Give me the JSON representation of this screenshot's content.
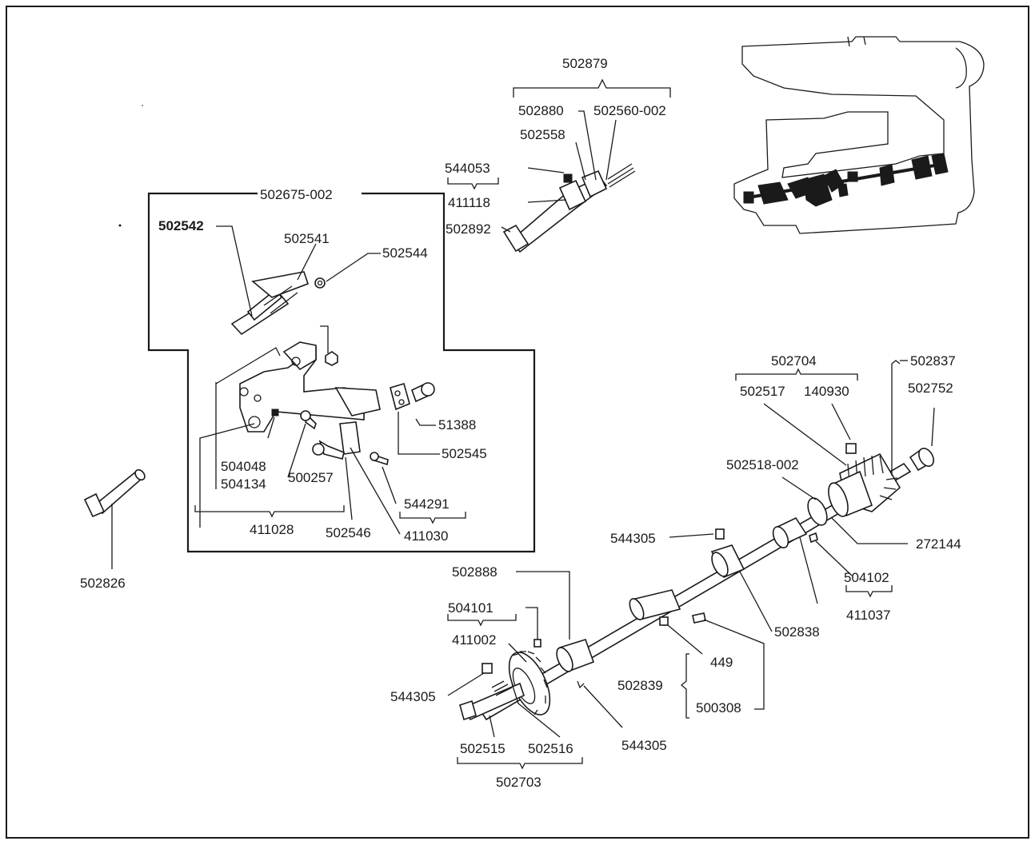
{
  "labels": {
    "p502879": "502879",
    "p502880": "502880",
    "p502560_002": "502560-002",
    "p502558": "502558",
    "p544053": "544053",
    "p411118": "411118",
    "p502892": "502892",
    "p502675_002": "502675-002",
    "p502542": "502542",
    "p502541": "502541",
    "p502544": "502544",
    "p51388": "51388",
    "p502545": "502545",
    "p504048": "504048",
    "p504134": "504134",
    "p500257": "500257",
    "p544291": "544291",
    "p411028": "411028",
    "p502546": "502546",
    "p411030": "411030",
    "p502826": "502826",
    "p502704": "502704",
    "p502837": "502837",
    "p502517": "502517",
    "p140930": "140930",
    "p502752": "502752",
    "p502518_002": "502518-002",
    "p544305_a": "544305",
    "p272144": "272144",
    "p504102": "504102",
    "p502888": "502888",
    "p411037": "411037",
    "p504101": "504101",
    "p411002": "411002",
    "p502838": "502838",
    "p449": "449",
    "p544305_b": "544305",
    "p502839": "502839",
    "p500308": "500308",
    "p544305_c": "544305",
    "p502515": "502515",
    "p502516": "502516",
    "p502703": "502703"
  }
}
